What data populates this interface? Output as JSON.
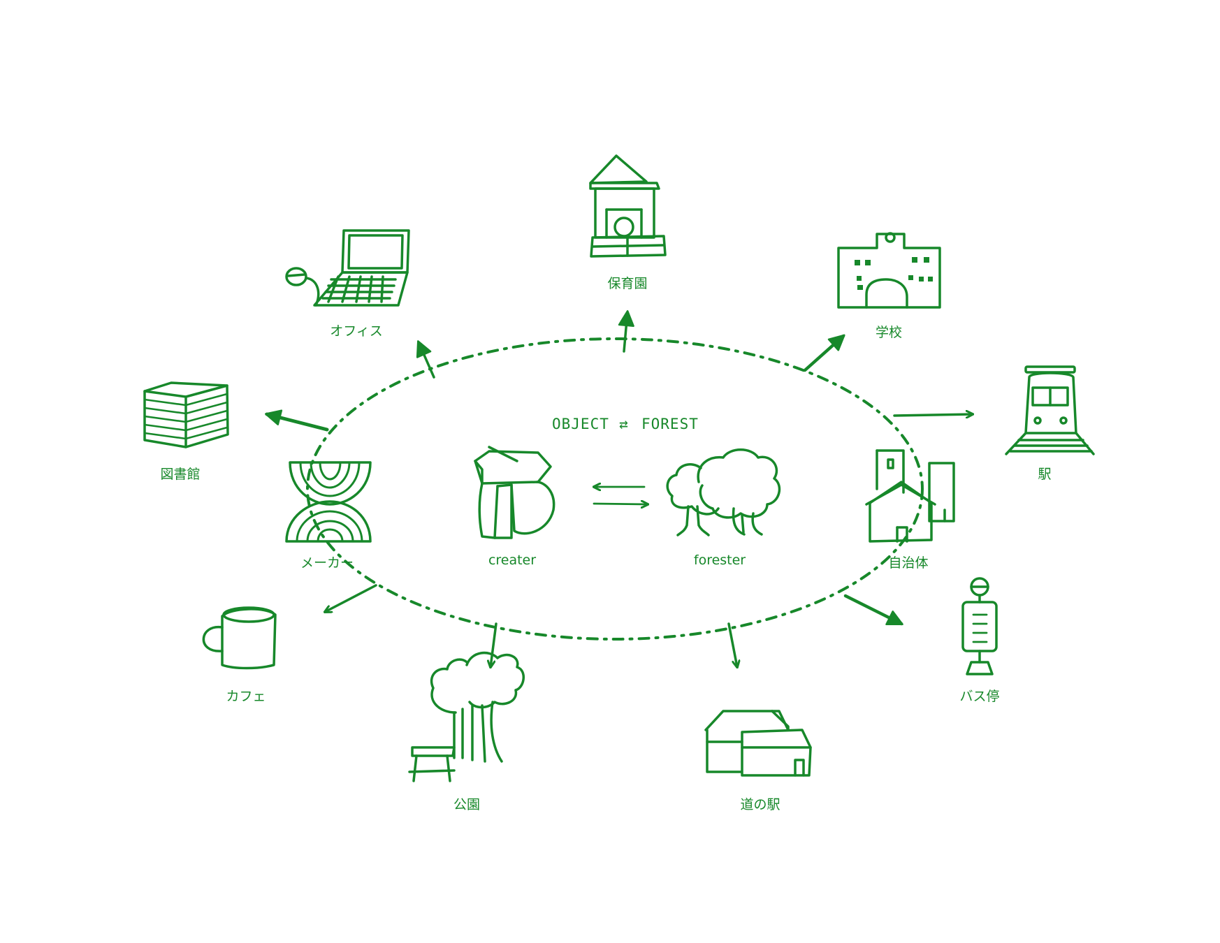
{
  "colors": {
    "ink": "#17882a",
    "background": "#ffffff"
  },
  "title": {
    "left": "OBJECT",
    "right": "FOREST",
    "arrow_glyph": "⇄"
  },
  "center": {
    "creater": {
      "label": "creater",
      "icon": "wooden-object-icon"
    },
    "forester": {
      "label": "forester",
      "icon": "tree-icon"
    }
  },
  "nodes": {
    "nursery": {
      "label": "保育園",
      "icon": "nursery-building-icon"
    },
    "office": {
      "label": "オフィス",
      "icon": "laptop-icon"
    },
    "school": {
      "label": "学校",
      "icon": "school-building-icon"
    },
    "library": {
      "label": "図書館",
      "icon": "book-stack-icon"
    },
    "station": {
      "label": "駅",
      "icon": "train-icon"
    },
    "maker": {
      "label": "メーカー",
      "icon": "wood-rings-icon"
    },
    "municipality": {
      "label": "自治体",
      "icon": "town-hall-icon"
    },
    "cafe": {
      "label": "カフェ",
      "icon": "mug-icon"
    },
    "bus_stop": {
      "label": "バス停",
      "icon": "bus-stop-sign-icon"
    },
    "park": {
      "label": "公園",
      "icon": "park-trees-icon"
    },
    "roadside_station": {
      "label": "道の駅",
      "icon": "roadside-station-icon"
    }
  }
}
